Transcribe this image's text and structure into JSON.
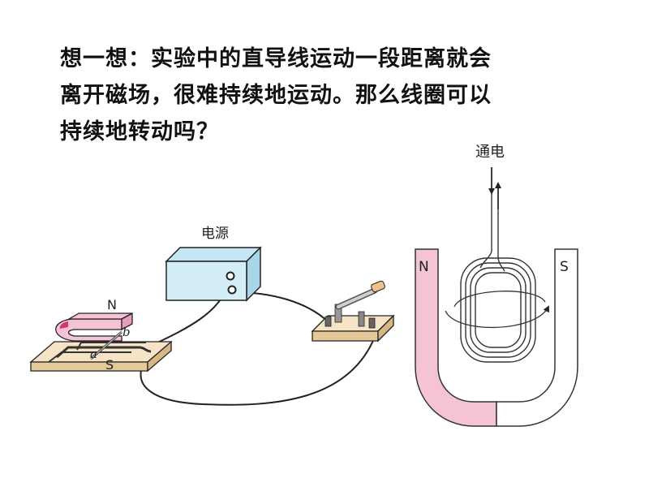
{
  "question": {
    "lines": [
      "想一想：实验中的直导线运动一段距离就会",
      "离开磁场，很难持续地运动。那么线圈可以",
      "持续地转动吗？"
    ]
  },
  "left_figure": {
    "power_label": "电源",
    "north_label": "N",
    "south_label": "S",
    "rod_a_label": "a",
    "rod_b_label": "b"
  },
  "right_figure": {
    "current_label": "通电",
    "north_label": "N",
    "south_label": "S"
  },
  "colors": {
    "wood": "#f3ddb9",
    "box": "#d4eef7",
    "magnet_pink": "#f4c3d6",
    "magnet_dark": "#d1377a"
  }
}
